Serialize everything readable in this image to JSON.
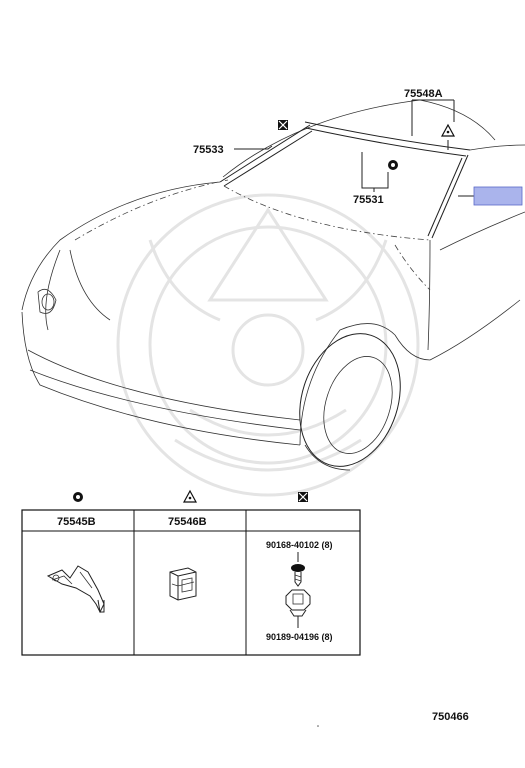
{
  "callouts": {
    "part_75548a": "75548A",
    "part_75533": "75533",
    "part_75531": "75531"
  },
  "table": {
    "col1": {
      "symbol": "circle",
      "part": "75545B"
    },
    "col2": {
      "symbol": "triangle",
      "part": "75546B"
    },
    "col3": {
      "symbol": "square",
      "screw": "90168-40102 (8)",
      "clip": "90189-04196 (8)"
    }
  },
  "diagram_number": "750466",
  "colors": {
    "hotspot_fill": "#aab4ec",
    "hotspot_stroke": "#5a68c8"
  }
}
